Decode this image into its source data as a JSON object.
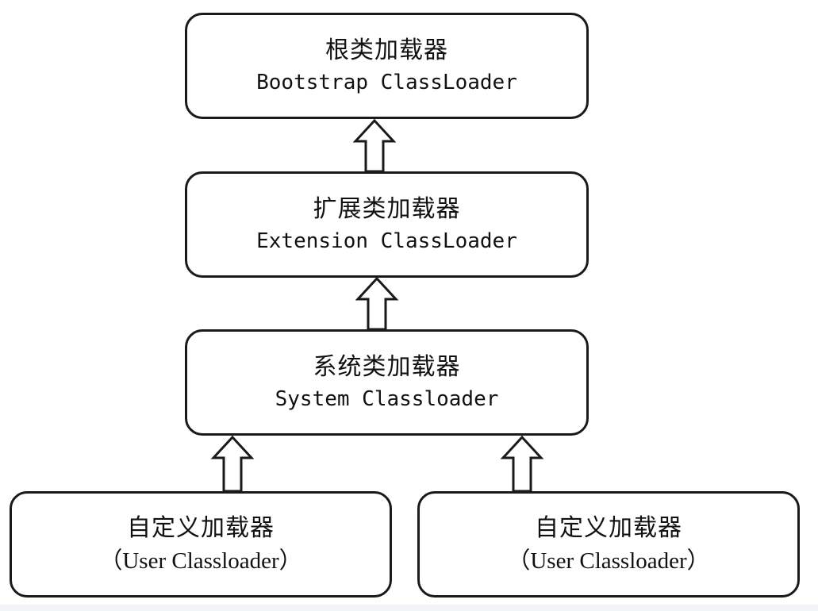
{
  "nodes": {
    "bootstrap": {
      "cn": "根类加载器",
      "en": "Bootstrap ClassLoader"
    },
    "extension": {
      "cn": "扩展类加载器",
      "en": "Extension ClassLoader"
    },
    "system": {
      "cn": "系统类加载器",
      "en": "System Classloader"
    },
    "user_left": {
      "cn": "自定义加载器",
      "en": "（User Classloader）"
    },
    "user_right": {
      "cn": "自定义加载器",
      "en": "（User Classloader）"
    }
  },
  "edges": [
    {
      "from": "extension",
      "to": "bootstrap"
    },
    {
      "from": "system",
      "to": "extension"
    },
    {
      "from": "user_left",
      "to": "system"
    },
    {
      "from": "user_right",
      "to": "system"
    }
  ],
  "colors": {
    "stroke": "#1a1a1a",
    "background": "#ffffff"
  }
}
